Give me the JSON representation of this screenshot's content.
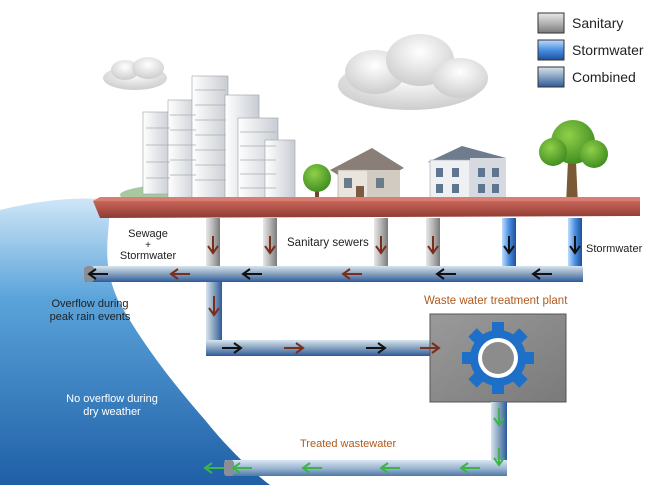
{
  "legend": {
    "items": [
      {
        "label": "Sanitary",
        "swatch": "sanitary-swatch"
      },
      {
        "label": "Stormwater",
        "swatch": "stormwater-swatch"
      },
      {
        "label": "Combined",
        "swatch": "combined-swatch"
      }
    ]
  },
  "labels": {
    "sewage_line1": "Sewage",
    "sewage_line2": "+",
    "sewage_line3": "Stormwater",
    "sanitary_sewers": "Sanitary sewers",
    "stormwater": "Stormwater",
    "overflow_line1": "Overflow during",
    "overflow_line2": "peak rain events",
    "no_overflow_line1": "No overflow during",
    "no_overflow_line2": "dry weather",
    "plant": "Waste water treatment plant",
    "treated": "Treated wastewater"
  },
  "colors": {
    "sanitary": "#9a9a9a",
    "stormwater": "#2f6fc0",
    "combined": "#4a6a8e",
    "ground": "#a8483f",
    "water": "#3f8fd0",
    "plant": "#8c8c8c",
    "gear": "#1e6fc8",
    "flow_brown": "#7a2e1c",
    "flow_green": "#3db34a",
    "flow_dark": "#111111",
    "label_orange": "#b15a1e"
  }
}
